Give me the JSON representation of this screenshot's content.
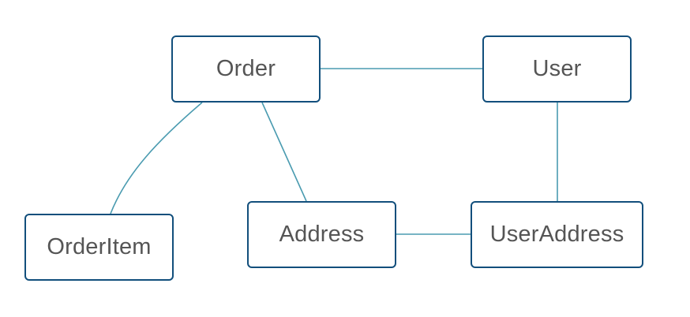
{
  "diagram": {
    "colors": {
      "node_border": "#124f7c",
      "edge": "#4a9bb0",
      "text": "#555555"
    },
    "nodes": {
      "order": {
        "label": "Order"
      },
      "user": {
        "label": "User"
      },
      "orderitem": {
        "label": "OrderItem"
      },
      "address": {
        "label": "Address"
      },
      "useraddress": {
        "label": "UserAddress"
      }
    },
    "edges": [
      {
        "from": "order",
        "to": "user"
      },
      {
        "from": "order",
        "to": "orderitem"
      },
      {
        "from": "order",
        "to": "address"
      },
      {
        "from": "user",
        "to": "useraddress"
      },
      {
        "from": "address",
        "to": "useraddress"
      }
    ]
  }
}
